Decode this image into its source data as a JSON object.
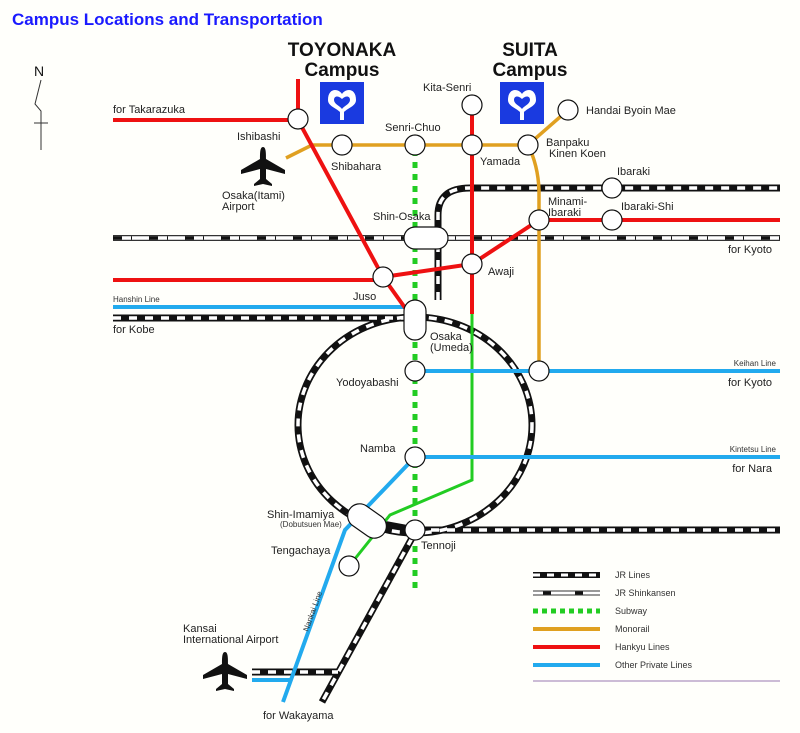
{
  "title": "Campus Locations and Transportation",
  "compass": "N",
  "campuses": [
    {
      "name": "TOYONAKA",
      "sub": "Campus"
    },
    {
      "name": "SUITA",
      "sub": "Campus"
    }
  ],
  "stations": {
    "ishibashi": "Ishibashi",
    "shibahara": "Shibahara",
    "senri_chuo": "Senri-Chuo",
    "kita_senri": "Kita-Senri",
    "yamada": "Yamada",
    "handai": "Handai Byoin Mae",
    "banpaku1": "Banpaku",
    "banpaku2": "Kinen Koen",
    "ibaraki": "Ibaraki",
    "minami1": "Minami-",
    "minami2": "Ibaraki",
    "ibaraki_shi": "Ibaraki-Shi",
    "shin_osaka": "Shin-Osaka",
    "awaji": "Awaji",
    "juso": "Juso",
    "osaka1": "Osaka",
    "osaka2": "(Umeda)",
    "yodoyabashi": "Yodoyabashi",
    "namba": "Namba",
    "shin_imamiya": "Shin-Imamiya",
    "dobutsuen": "(Dobutsuen Mae)",
    "tennoji": "Tennoji",
    "tengachaya": "Tengachaya"
  },
  "places": {
    "itami1": "Osaka(Itami)",
    "itami2": "Airport",
    "kansai1": "Kansai",
    "kansai2": "International Airport"
  },
  "directions": {
    "takarazuka": "for Takarazuka",
    "kyoto1": "for Kyoto",
    "kyoto2": "for Kyoto",
    "kobe": "for Kobe",
    "nara": "for Nara",
    "wakayama": "for Wakayama"
  },
  "line_names": {
    "hanshin": "Hanshin Line",
    "keihan": "Keihan Line",
    "kintetsu": "Kintetsu Line",
    "nankai": "Nankai Line"
  },
  "legend": [
    {
      "label": "JR Lines"
    },
    {
      "label": "JR Shinkansen"
    },
    {
      "label": "Subway",
      "color": "#22cc22"
    },
    {
      "label": "Monorail",
      "color": "#e0a020"
    },
    {
      "label": "Hankyu Lines",
      "color": "#ee1111"
    },
    {
      "label": "Other Private Lines",
      "color": "#22aaee"
    }
  ],
  "colors": {
    "title": "#1a1aff",
    "logo": "#1a3ae0",
    "hankyu": "#ee1111",
    "monorail": "#e0a020",
    "subway": "#22cc22",
    "private": "#22aaee"
  }
}
